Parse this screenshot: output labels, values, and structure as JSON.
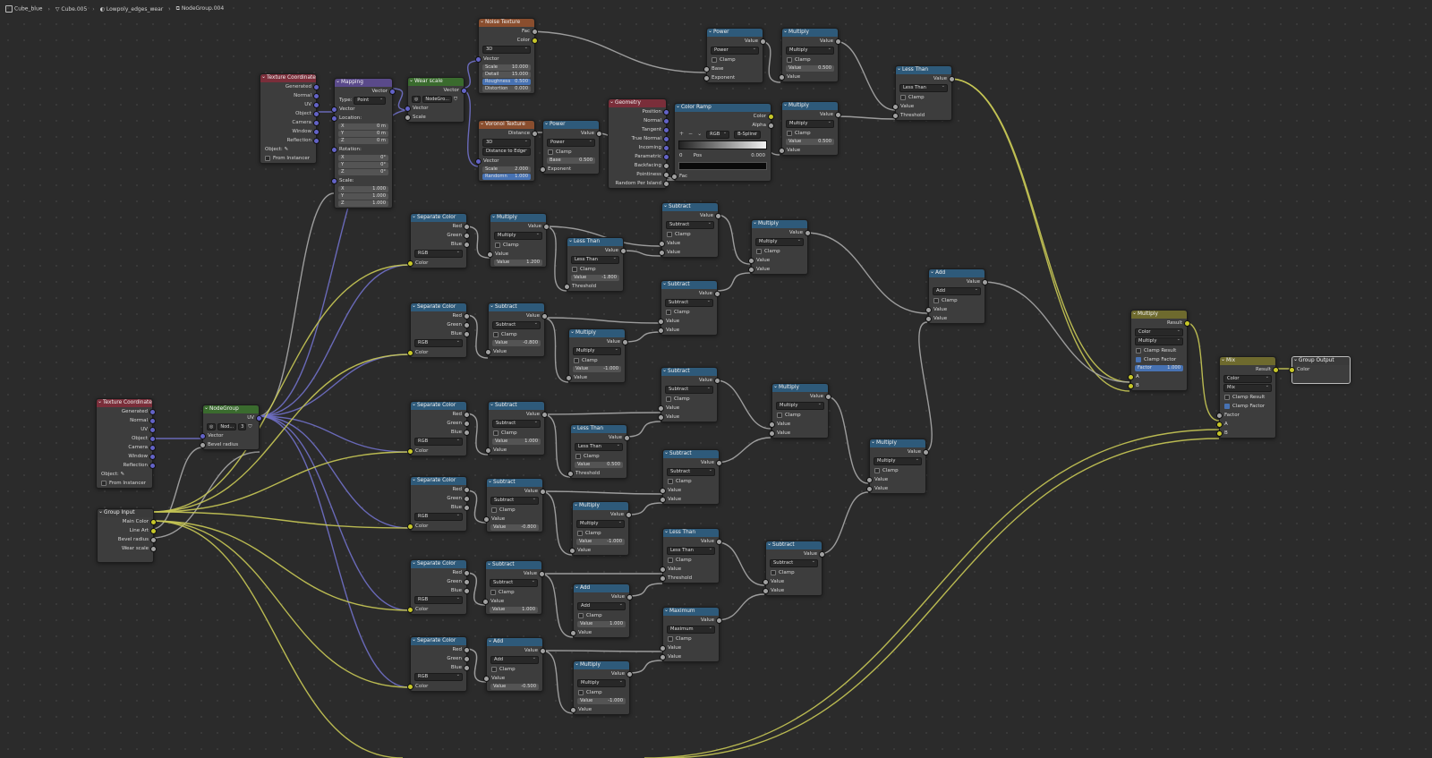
{
  "breadcrumb": [
    "Cube_blue",
    "Cube.005",
    "Lowpoly_edges_wear",
    "NodeGroup.004"
  ],
  "colors": {
    "bg": "#2b2b2b",
    "wire_grey": "#a8a8a8",
    "wire_yellow": "#c9c955",
    "wire_purple": "#7070c8"
  },
  "labels": {
    "value": "Value",
    "clamp": "Clamp",
    "threshold": "Threshold",
    "color": "Color",
    "fac": "Fac",
    "vector": "Vector",
    "red": "Red",
    "green": "Green",
    "blue": "Blue",
    "rgb": "RGB",
    "result": "Result",
    "alpha": "Alpha",
    "base": "Base",
    "exponent": "Exponent",
    "scale": "Scale",
    "distance": "Distance",
    "a": "A",
    "b": "B",
    "factor": "Factor",
    "x": "X",
    "y": "Y",
    "z": "Z",
    "location": "Location:",
    "rotation": "Rotation:",
    "scale_sec": "Scale:",
    "type": "Type:",
    "point": "Point",
    "object_lbl": "Object:",
    "from_instancer": "From Instancer",
    "generated": "Generated",
    "normal": "Normal",
    "uv": "UV",
    "object": "Object",
    "camera": "Camera",
    "window": "Window",
    "reflection": "Reflection",
    "d3": "3D",
    "roughness": "Roughness",
    "detail": "Detail",
    "distortion": "Distortion",
    "randomn": "Randomn",
    "dist_edge": "Distance to Edge",
    "bevel_radius": "Bevel radius",
    "main_color": "Main Color",
    "line_art": "Line Art",
    "wear_scale": "Wear scale",
    "position": "Position",
    "tangent": "Tangent",
    "true_normal": "True Normal",
    "incoming": "Incoming",
    "parametric": "Parametric",
    "backfacing": "Backfacing",
    "pointiness": "Pointiness",
    "random_per_island": "Random Per Island",
    "linear": "RGB",
    "bspline": "B-Spline",
    "pos": "Pos",
    "zero": "0",
    "zero_val": "0.000",
    "clamp_result": "Clamp Result",
    "clamp_factor": "Clamp Factor",
    "mix": "Mix",
    "multiply": "Multiply",
    "node_grp": "NodeGro...",
    "nod": "Nod...",
    "three": "3",
    "loc_x": "0 m",
    "loc_y": "0 m",
    "loc_z": "0 m",
    "rot_x": "0°",
    "rot_y": "0°",
    "rot_z": "0°",
    "sc_x": "1.000",
    "sc_y": "1.000",
    "sc_z": "1.000"
  },
  "titles": {
    "tex_coord": "Texture Coordinate",
    "mapping": "Mapping",
    "wear_scale": "Wear scale",
    "noise": "Noise Texture",
    "voronoi": "Voronoi Texture",
    "power": "Power",
    "multiply": "Multiply",
    "geometry": "Geometry",
    "color_ramp": "Color Ramp",
    "less_than": "Less Than",
    "separate_color": "Separate Color",
    "subtract": "Subtract",
    "add": "Add",
    "maximum": "Maximum",
    "nodegroup": "NodeGroup",
    "group_input": "Group Input",
    "mix": "Mix",
    "group_output": "Group Output"
  },
  "values": {
    "noise_scale": "10.000",
    "noise_detail": "15.000",
    "noise_rough": "0.500",
    "noise_distortion": "0.000",
    "vor_scale": "2.000",
    "vor_random": "1.000",
    "power_base": "0.500",
    "mul_top1": "0.500",
    "mul_top2": "0.500",
    "r1_mul": "1.200",
    "r1_lt": "-1.800",
    "r2_sub": "-0.800",
    "r2_mul": "-1.000",
    "r3_sub": "1.000",
    "r3_lt": "0.500",
    "r4_sub": "-0.800",
    "r4_mul": "-1.000",
    "r5_sub": "1.000",
    "r5_add": "1.000",
    "r6_add": "-0.500",
    "r6_mul": "-1.000",
    "factor": "1.000"
  }
}
